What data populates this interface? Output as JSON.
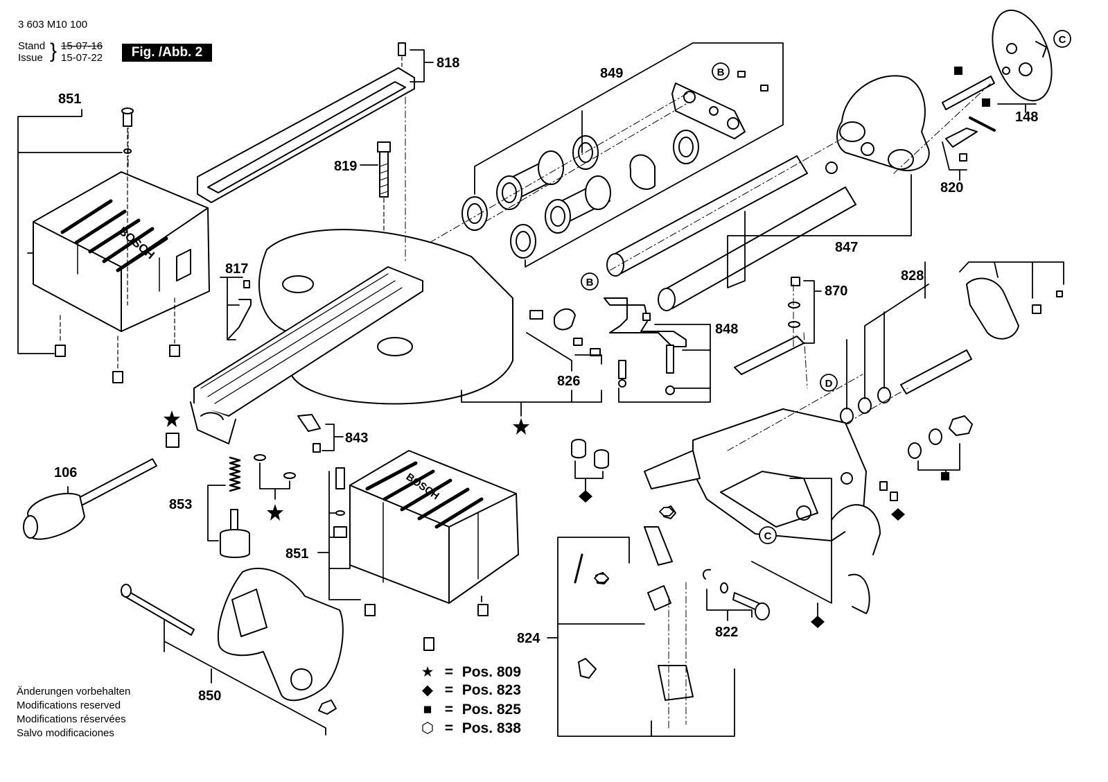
{
  "header": {
    "doc_number": "3 603 M10 100",
    "stand_label": "Stand",
    "issue_label": "Issue",
    "stand_date": "15-07-16",
    "issue_date": "15-07-22",
    "figure_label": "Fig. /Abb. 2"
  },
  "part_labels": {
    "p818": "818",
    "p851_top": "851",
    "p819": "819",
    "p849": "849",
    "p148": "148",
    "p820": "820",
    "p847": "847",
    "p817": "817",
    "p870": "870",
    "p828": "828",
    "p848": "848",
    "p826": "826",
    "p843": "843",
    "p106": "106",
    "p853": "853",
    "p851_bottom": "851",
    "p850": "850",
    "p824": "824",
    "p822": "822"
  },
  "callouts": {
    "b1": "B",
    "b2": "B",
    "c1": "C",
    "c2": "C",
    "d1": "D"
  },
  "brand": {
    "logo_text": "BOSCH"
  },
  "legend": [
    {
      "symbol": "★",
      "symbol_name": "star-icon",
      "eq": "=",
      "text": "Pos. 809"
    },
    {
      "symbol": "◆",
      "symbol_name": "diamond-icon",
      "eq": "=",
      "text": "Pos. 823"
    },
    {
      "symbol": "■",
      "symbol_name": "square-icon",
      "eq": "=",
      "text": "Pos. 825"
    },
    {
      "symbol": "⬡",
      "symbol_name": "hexagon-icon",
      "eq": "=",
      "text": "Pos. 838"
    }
  ],
  "notes": [
    "Änderungen vorbehalten",
    "Modifications reserved",
    "Modifications réservées",
    "Salvo modificaciones"
  ]
}
